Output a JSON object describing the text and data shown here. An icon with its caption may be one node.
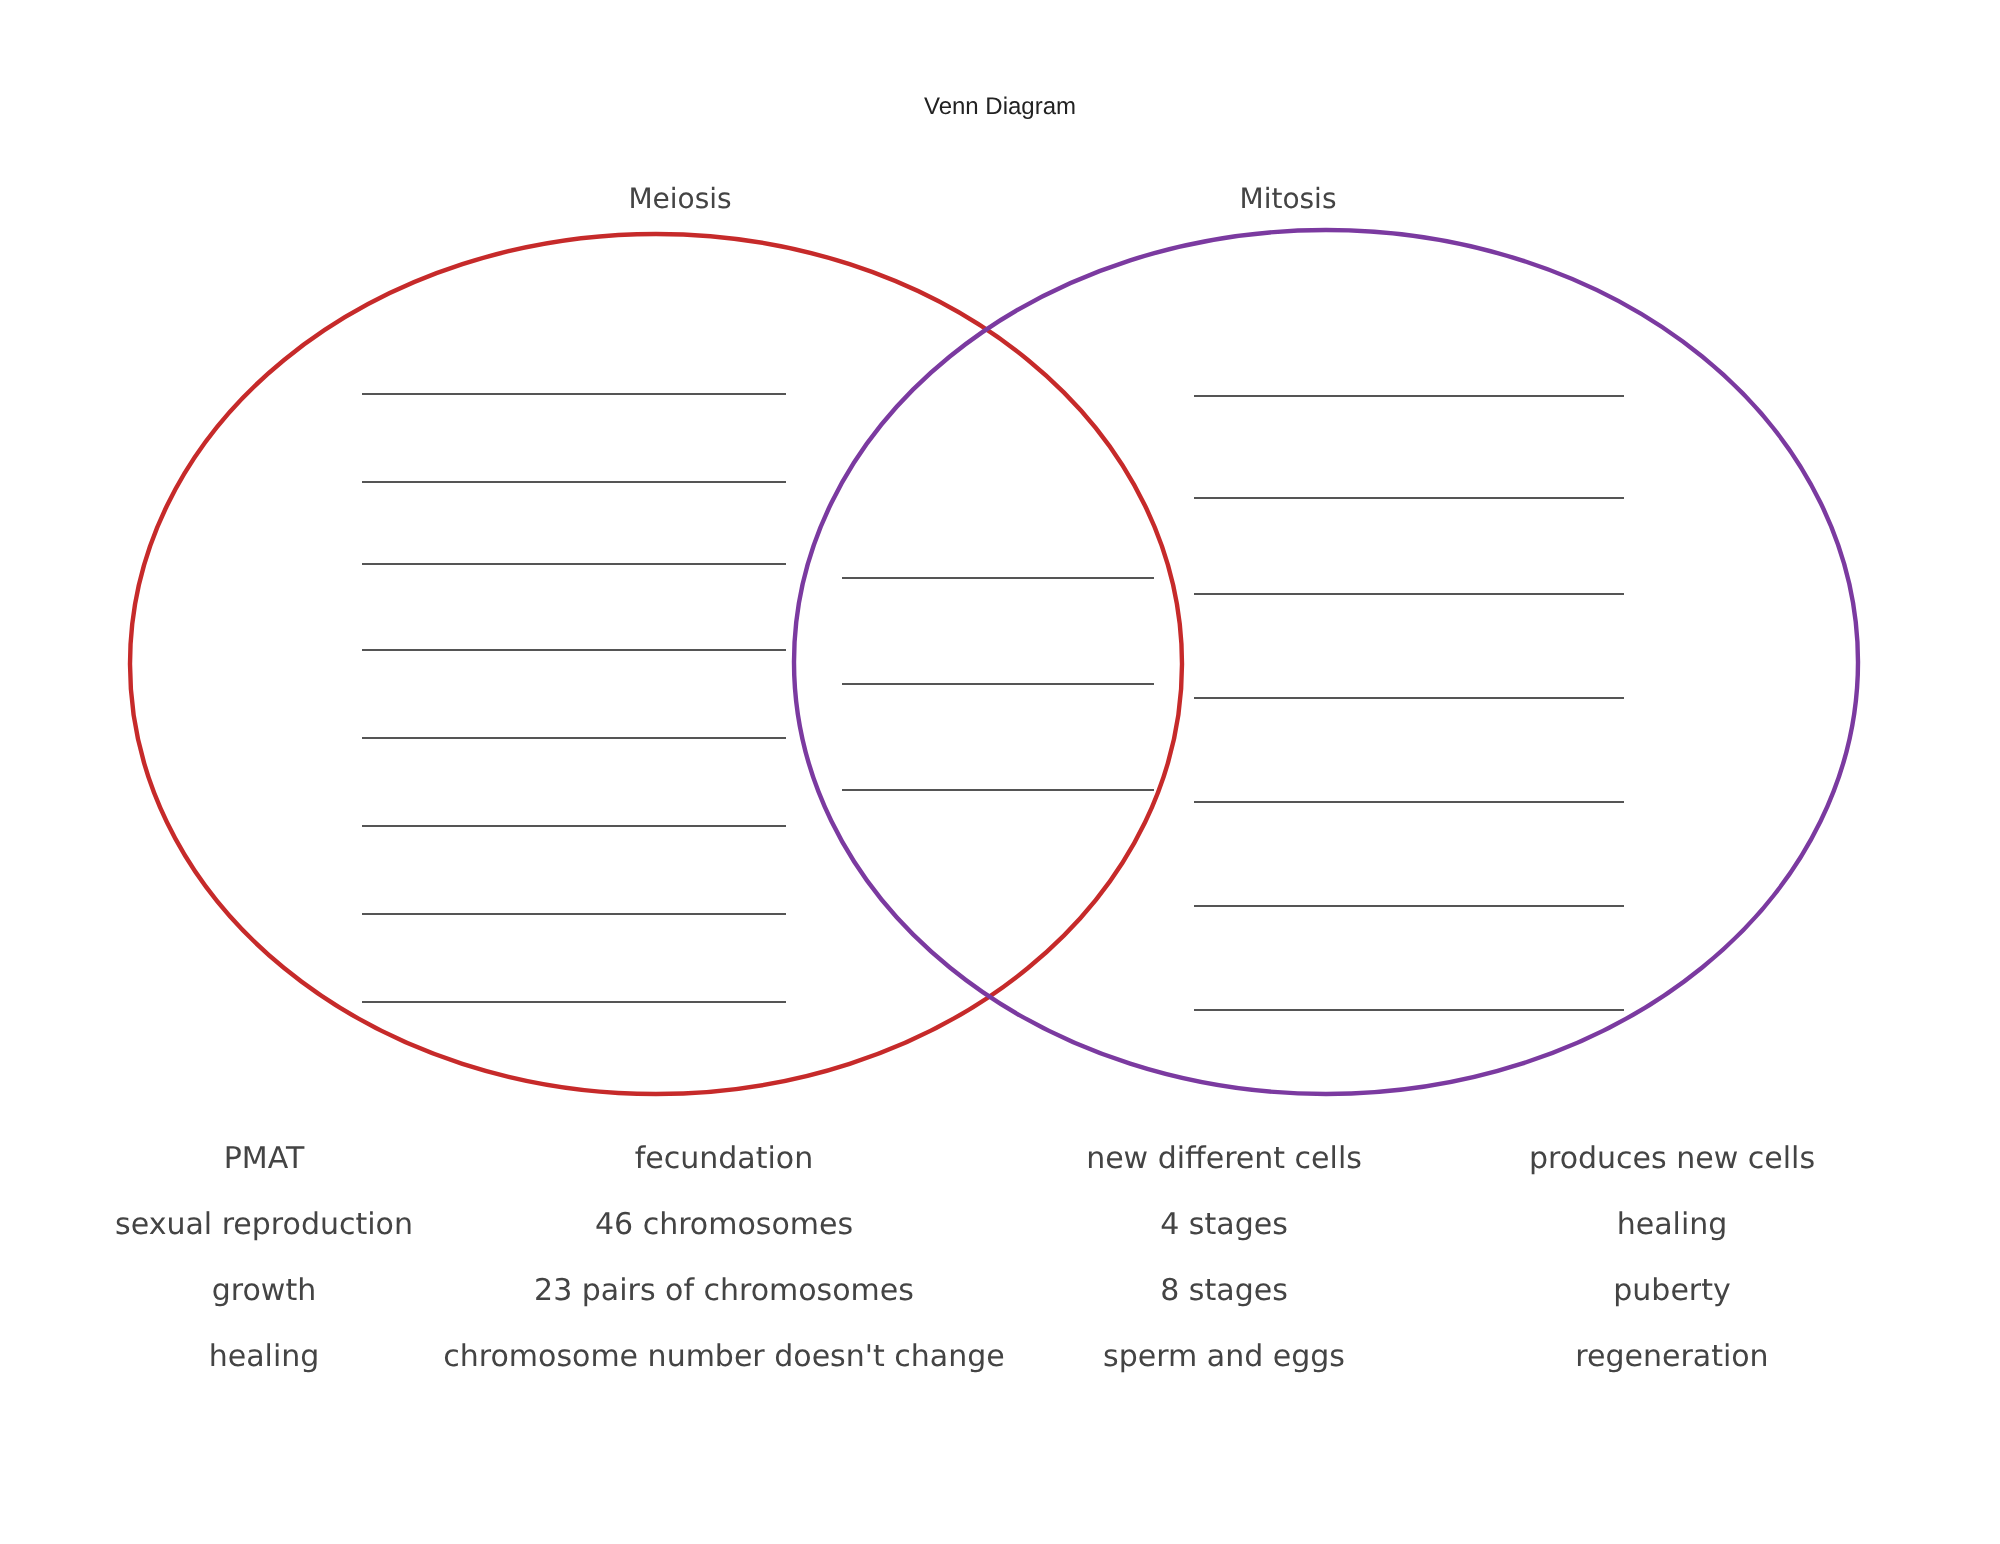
{
  "diagram": {
    "title": "Venn Diagram",
    "nodes": [
      {
        "text": [
          "Meiosis"
        ]
      },
      {
        "text": [
          "Mitosis"
        ]
      }
    ],
    "labels": [
      "PMAT",
      "fecundation",
      "new different cells",
      "produces new cells",
      "sexual reproduction",
      "46 chromosomes",
      "4 stages",
      "healing",
      "growth",
      "23 pairs of chromosomes",
      "8 stages",
      "puberty",
      "healing",
      "chromosome number doesn't change",
      "sperm and eggs",
      "regeneration"
    ]
  }
}
